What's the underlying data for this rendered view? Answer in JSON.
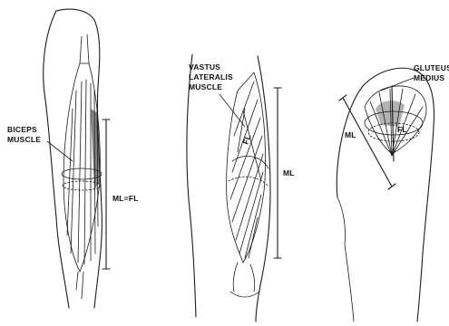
{
  "panels": [
    {
      "id": "arm",
      "labels": {
        "muscle_line1": "BICEPS",
        "muscle_line2": "MUSCLE",
        "measure": "ML=FL"
      }
    },
    {
      "id": "thigh",
      "labels": {
        "muscle_line1": "VASTUS",
        "muscle_line2": "LATERALIS",
        "muscle_line3": "MUSCLE",
        "fiber": "FL",
        "measure": "ML"
      }
    },
    {
      "id": "hip",
      "labels": {
        "muscle_line1": "GLUTEUS",
        "muscle_line2": "MEDIUS",
        "measure": "ML",
        "fiber": "FL"
      }
    }
  ]
}
